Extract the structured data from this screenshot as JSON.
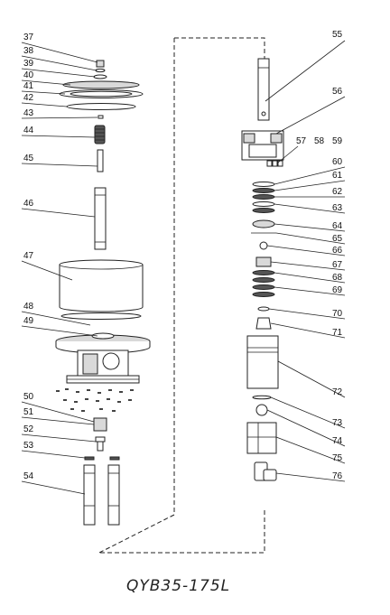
{
  "drawing": {
    "model_label": "QYB35-175L",
    "left_callouts": [
      "37",
      "38",
      "39",
      "40",
      "41",
      "42",
      "43",
      "44",
      "45",
      "46",
      "47",
      "48",
      "49",
      "50",
      "51",
      "52",
      "53",
      "54"
    ],
    "right_callouts": [
      "55",
      "56",
      "57",
      "58",
      "59",
      "60",
      "61",
      "62",
      "63",
      "64",
      "65",
      "66",
      "67",
      "68",
      "69",
      "70",
      "71",
      "72",
      "73",
      "74",
      "75",
      "76"
    ]
  }
}
